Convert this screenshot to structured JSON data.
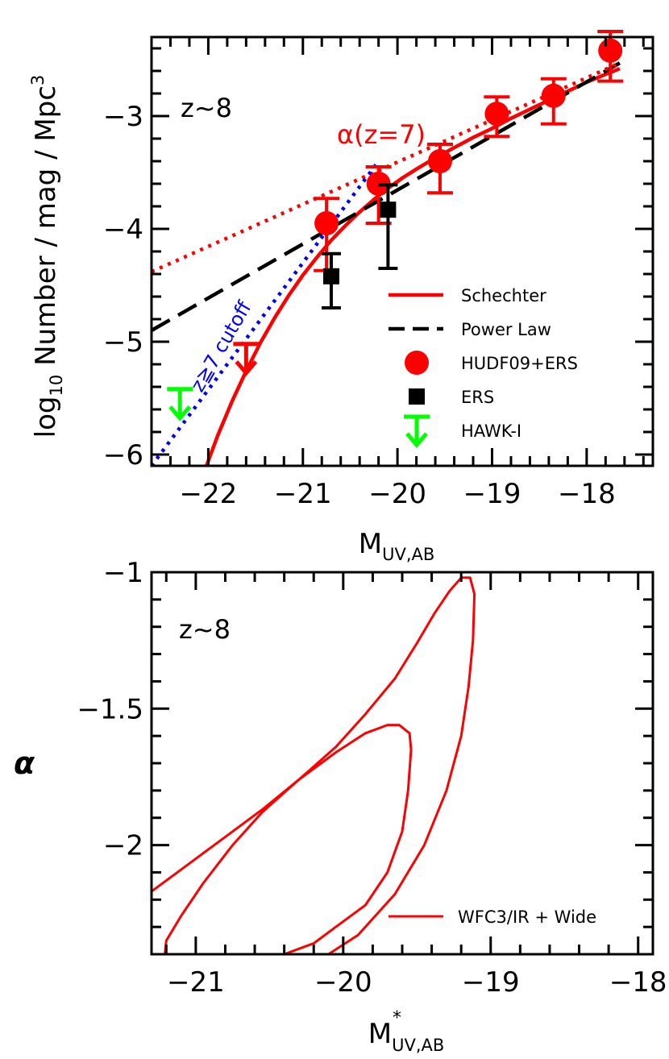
{
  "chart_data": [
    {
      "type": "line",
      "panel": "top",
      "annotation": "z~8",
      "xlabel": "M",
      "xlabel_sub": "UV,AB",
      "ylabel_prefix": "log",
      "ylabel_sub": "10",
      "ylabel_main": " Number / mag / Mpc",
      "ylabel_sup": "3",
      "xlim": [
        -22.6,
        -17.3
      ],
      "ylim": [
        -6.1,
        -2.3
      ],
      "x_major_ticks": [
        -22,
        -21,
        -20,
        -19,
        -18
      ],
      "x_tick_labels": [
        "−22",
        "−21",
        "−20",
        "−19",
        "−18"
      ],
      "y_major_ticks": [
        -6,
        -5,
        -4,
        -3
      ],
      "y_tick_labels": [
        "−6",
        "−5",
        "−4",
        "−3"
      ],
      "legend_position": "bottom-right",
      "series": [
        {
          "name": "Schechter",
          "kind": "line",
          "color": "#ff0000",
          "style": "solid",
          "x": [
            -22.02,
            -21.9,
            -21.75,
            -21.6,
            -21.45,
            -21.3,
            -21.15,
            -21.0,
            -20.85,
            -20.7,
            -20.55,
            -20.4,
            -20.25,
            -20.1,
            -19.95,
            -19.8,
            -19.6,
            -19.4,
            -19.2,
            -19.0,
            -18.8,
            -18.6,
            -18.4,
            -18.2,
            -18.0,
            -17.8,
            -17.65
          ],
          "y": [
            -6.1,
            -5.83,
            -5.53,
            -5.26,
            -5.01,
            -4.79,
            -4.59,
            -4.41,
            -4.25,
            -4.1,
            -3.97,
            -3.85,
            -3.74,
            -3.64,
            -3.55,
            -3.47,
            -3.37,
            -3.28,
            -3.19,
            -3.11,
            -3.02,
            -2.94,
            -2.86,
            -2.78,
            -2.7,
            -2.63,
            -2.58
          ]
        },
        {
          "name": "Power Law",
          "kind": "line",
          "color": "#000000",
          "style": "dashed",
          "x": [
            -22.6,
            -17.65
          ],
          "y": [
            -4.9,
            -2.53
          ]
        },
        {
          "name": "α(z=7)",
          "kind": "line",
          "color": "#ff0000",
          "style": "dotted",
          "x": [
            -22.6,
            -17.65
          ],
          "y": [
            -4.38,
            -2.53
          ]
        },
        {
          "name": "z≧7 cutoff",
          "kind": "line",
          "color": "#0000ff",
          "style": "dotted",
          "x": [
            -22.6,
            -20.2
          ],
          "y": [
            -6.1,
            -3.4
          ]
        },
        {
          "name": "HUDF09+ERS",
          "kind": "points",
          "marker": "circle",
          "color": "#ff0000",
          "x": [
            -20.75,
            -20.2,
            -19.55,
            -18.95,
            -18.35,
            -17.75
          ],
          "y": [
            -3.95,
            -3.6,
            -3.4,
            -2.98,
            -2.82,
            -2.42
          ],
          "err_low": [
            0.42,
            0.35,
            0.28,
            0.2,
            0.25,
            0.27
          ],
          "err_high": [
            0.22,
            0.15,
            0.15,
            0.15,
            0.15,
            0.17
          ]
        },
        {
          "name": "ERS",
          "kind": "points",
          "marker": "square",
          "color": "#000000",
          "x": [
            -20.7,
            -20.1
          ],
          "y": [
            -4.42,
            -3.83
          ],
          "err_low": [
            0.28,
            0.52
          ],
          "err_high": [
            0.2,
            0.22
          ]
        },
        {
          "name": "HAWK-I",
          "kind": "upper-limit",
          "color": "#00ff00",
          "x": [
            -22.3
          ],
          "y": [
            -5.42
          ]
        },
        {
          "name": "red upper limit",
          "kind": "upper-limit",
          "color": "#ff0000",
          "x": [
            -21.6
          ],
          "y": [
            -5.02
          ]
        }
      ],
      "legend": [
        {
          "label": "Schechter",
          "color": "#ff0000",
          "symbol": "line"
        },
        {
          "label": "Power Law",
          "color": "#000000",
          "symbol": "dashed"
        },
        {
          "label": "HUDF09+ERS",
          "color": "#ff0000",
          "symbol": "circle"
        },
        {
          "label": "ERS",
          "color": "#000000",
          "symbol": "square"
        },
        {
          "label": "HAWK-I",
          "color": "#00ff00",
          "symbol": "arrow"
        }
      ],
      "line_labels": [
        {
          "text": "α(z=7)",
          "color": "#ff0000"
        },
        {
          "text": "z≧7 cutoff",
          "color": "#0000ff"
        }
      ]
    },
    {
      "type": "line",
      "panel": "bottom",
      "annotation": "z~8",
      "xlabel": "M",
      "xlabel_sup": "*",
      "xlabel_sub": "UV,AB",
      "ylabel": "α",
      "xlim": [
        -21.3,
        -17.9
      ],
      "ylim": [
        -2.4,
        -1.0
      ],
      "x_major_ticks": [
        -21,
        -20,
        -19,
        -18
      ],
      "x_tick_labels": [
        "−21",
        "−20",
        "−19",
        "−18"
      ],
      "y_major_ticks": [
        -2,
        -1.5,
        -1
      ],
      "y_tick_labels": [
        "−2",
        "−1.5",
        "−1"
      ],
      "legend_position": "bottom-right",
      "series": [
        {
          "name": "WFC3/IR + Wide",
          "kind": "contour",
          "color": "#ff0000",
          "contours": [
            {
              "level": "outer",
              "x": [
                -21.3,
                -21.05,
                -20.8,
                -20.55,
                -20.3,
                -20.05,
                -19.85,
                -19.65,
                -19.5,
                -19.38,
                -19.28,
                -19.2,
                -19.14,
                -19.11,
                -19.12,
                -19.15,
                -19.2,
                -19.3,
                -19.45,
                -19.65,
                -19.9,
                -20.1
              ],
              "y": [
                -2.17,
                -2.07,
                -1.97,
                -1.87,
                -1.76,
                -1.64,
                -1.52,
                -1.39,
                -1.26,
                -1.15,
                -1.07,
                -1.02,
                -1.02,
                -1.08,
                -1.25,
                -1.42,
                -1.6,
                -1.8,
                -2.0,
                -2.18,
                -2.33,
                -2.4
              ]
            },
            {
              "level": "inner",
              "x": [
                -21.21,
                -21.2,
                -21.1,
                -20.95,
                -20.75,
                -20.55,
                -20.3,
                -20.05,
                -19.85,
                -19.7,
                -19.62,
                -19.55,
                -19.54,
                -19.56,
                -19.6,
                -19.7,
                -19.85,
                -20.05,
                -20.2,
                -20.4
              ],
              "y": [
                -2.4,
                -2.35,
                -2.26,
                -2.14,
                -2.0,
                -1.88,
                -1.76,
                -1.66,
                -1.59,
                -1.56,
                -1.56,
                -1.59,
                -1.65,
                -1.8,
                -1.95,
                -2.1,
                -2.22,
                -2.3,
                -2.36,
                -2.4
              ]
            }
          ]
        }
      ],
      "legend": [
        {
          "label": "WFC3/IR + Wide",
          "color": "#ff0000",
          "symbol": "line"
        }
      ]
    }
  ]
}
